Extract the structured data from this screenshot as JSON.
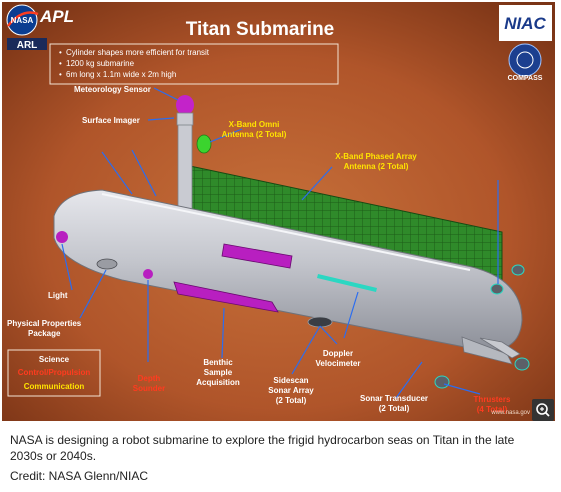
{
  "logos": {
    "nasa": "NASA",
    "apl": "APL",
    "arl": "ARL",
    "niac": "NIAC",
    "compass": "COMPASS"
  },
  "title": "Titan Submarine",
  "specs": [
    "Cylinder shapes more efficient for transit",
    "1200 kg submarine",
    "6m long x 1.1m wide x 2m high"
  ],
  "labels": {
    "meteorology": "Meteorology Sensor",
    "surface_imager": "Surface Imager",
    "xband_omni_1": "X-Band Omni",
    "xband_omni_2": "Antenna (2 Total)",
    "xband_phased_1": "X-Band Phased Array",
    "xband_phased_2": "Antenna (2 Total)",
    "light": "Light",
    "physical_1": "Physical Properties",
    "physical_2": "Package",
    "depth_1": "Depth",
    "depth_2": "Sounder",
    "benthic_1": "Benthic",
    "benthic_2": "Sample",
    "benthic_3": "Acquisition",
    "sidescan_1": "Sidescan",
    "sidescan_2": "Sonar Array",
    "sidescan_3": "(2 Total)",
    "doppler_1": "Doppler",
    "doppler_2": "Velocimeter",
    "sonar_transducer_1": "Sonar Transducer",
    "sonar_transducer_2": "(2 Total)",
    "thrusters_1": "Thrusters",
    "thrusters_2": "(4 Total)"
  },
  "legend": {
    "science": "Science",
    "control": "Control/Propulsion",
    "communication": "Communication"
  },
  "watermark": "www.nasa.gov",
  "colors": {
    "science": "#ffffff",
    "control": "#ff3b1f",
    "communication": "#ffe400",
    "background": "#b2552a"
  },
  "caption": "NASA is designing a robot submarine to explore the frigid hydrocarbon seas on Titan in the late 2030s or 2040s.",
  "credit": "Credit: NASA Glenn/NIAC",
  "zoom_icon": "zoom-in-icon"
}
